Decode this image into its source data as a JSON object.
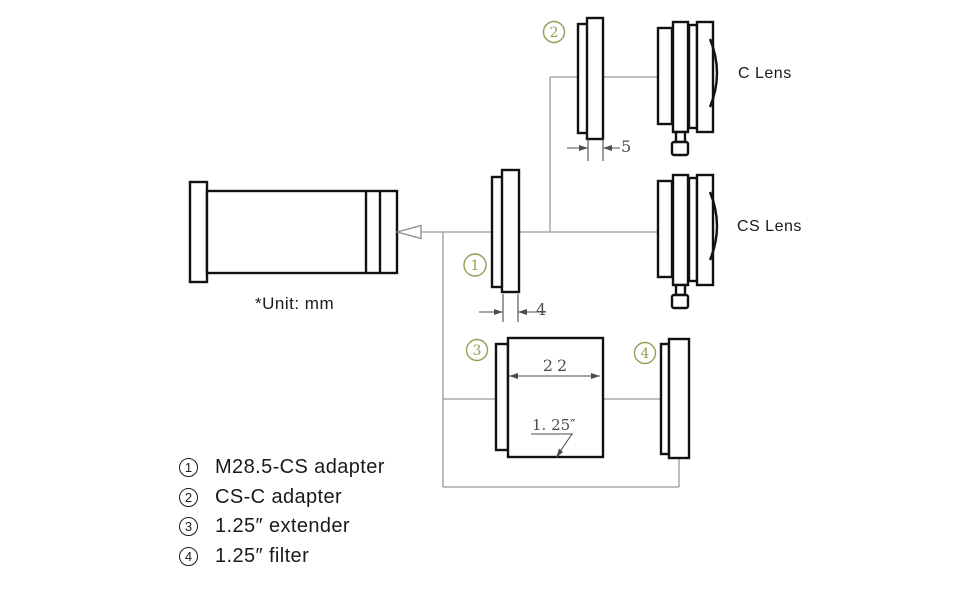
{
  "diagram": {
    "unit_note": "*Unit: mm",
    "lens_labels": {
      "c": "C Lens",
      "cs": "CS Lens"
    },
    "dimensions": {
      "cs_c_adapter_mm": "5",
      "m285_adapter_mm": "4",
      "extender_mm": "22",
      "extender_size": "1. 25″"
    },
    "callouts": [
      "1",
      "2",
      "3",
      "4"
    ],
    "colors": {
      "outline": "#111111",
      "connector": "#999999",
      "dimension": "#4d4d4d",
      "callout": "#9a9a55",
      "text": "#1a1a1a"
    }
  },
  "legend": {
    "items": [
      {
        "num": "1",
        "label": "M28.5-CS adapter"
      },
      {
        "num": "2",
        "label": "CS-C adapter"
      },
      {
        "num": "3",
        "label": "1.25″ extender"
      },
      {
        "num": "4",
        "label": "1.25″ filter"
      }
    ]
  }
}
